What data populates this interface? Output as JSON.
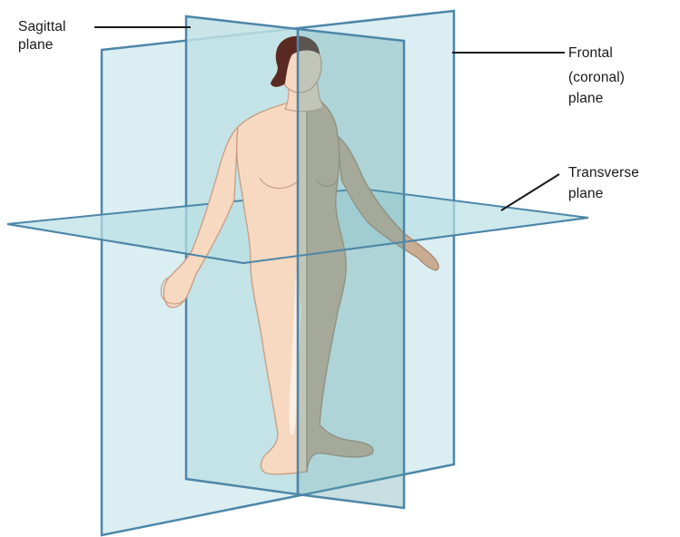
{
  "labels": {
    "sagittal": {
      "line1": "Sagittal",
      "line2": "plane"
    },
    "frontal": {
      "line1": "Frontal",
      "line2": "(coronal)",
      "line3": "plane"
    },
    "transverse": {
      "line1": "Transverse",
      "line2": "plane"
    }
  },
  "colors": {
    "plane_fill": "#cfe8ee",
    "plane_fill_dark": "#8fc3c8",
    "plane_edge": "#4d86a8",
    "skin": "#f6d9c0",
    "skin_outline": "#c99f86",
    "skin_shadow": "#c5ac93",
    "hair": "#5a2a22",
    "leader": "#1a1a1a"
  }
}
